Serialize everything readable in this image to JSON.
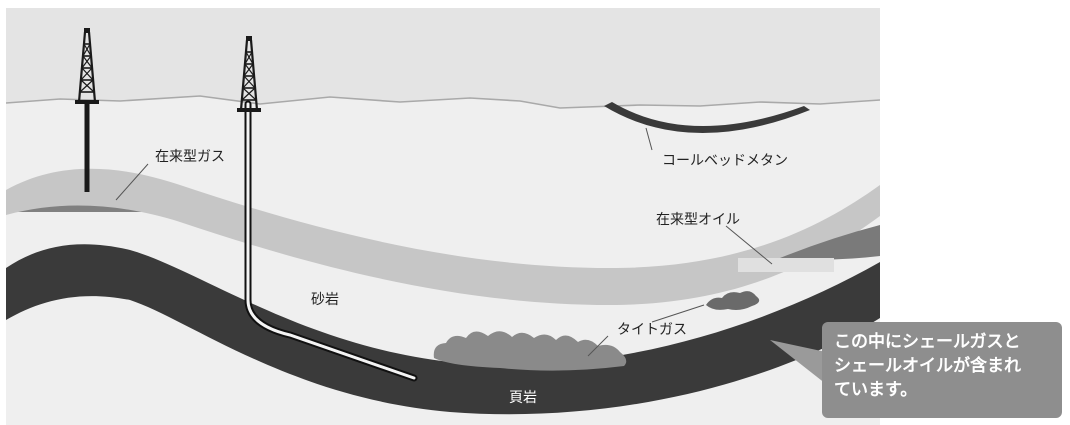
{
  "labels": {
    "conventional_gas": "在来型ガス",
    "coalbed_methane": "コールベッドメタン",
    "conventional_oil": "在来型オイル",
    "sandstone": "砂岩",
    "tight_gas": "タイトガス",
    "shale": "頁岩"
  },
  "callout": {
    "lines": [
      "この中にシェールガスと",
      "シェールオイルが含まれ",
      "ています。"
    ]
  },
  "colors": {
    "sky": "#e4e4e4",
    "ground": "#efefef",
    "sand_band": "#c6c6c6",
    "shale_band": "#3a3a3a",
    "gas_cap": "#808080",
    "tight_gas": "#8a8a8a",
    "callout_bg": "#8e8e8e"
  }
}
